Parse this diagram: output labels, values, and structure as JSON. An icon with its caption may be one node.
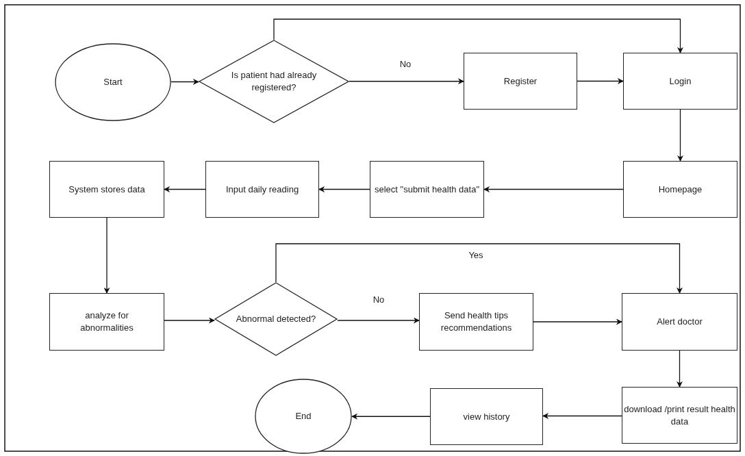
{
  "diagram": {
    "nodes": [
      {
        "text": [
          "Start"
        ]
      },
      {
        "text": [
          "Is patient had already registered?"
        ]
      },
      {
        "text": [
          "Register"
        ]
      },
      {
        "text": [
          "Login"
        ]
      },
      {
        "text": [
          "System stores data"
        ]
      },
      {
        "text": [
          "Input daily reading"
        ]
      },
      {
        "text": [
          "select \"submit health data\""
        ]
      },
      {
        "text": [
          "Homepage"
        ]
      },
      {
        "text": [
          "analyze for abnormalities"
        ]
      },
      {
        "text": [
          "Abnormal detected?"
        ]
      },
      {
        "text": [
          "Send health tips recommendations"
        ]
      },
      {
        "text": [
          "Alert doctor"
        ]
      },
      {
        "text": [
          "End"
        ]
      },
      {
        "text": [
          "view history"
        ]
      },
      {
        "text": [
          "download /print result health data"
        ]
      }
    ],
    "edges": [
      {
        "from": 0,
        "to": 1,
        "arrow": "to"
      },
      {
        "from": 1,
        "to": 2,
        "arrow": "to",
        "label": "No"
      },
      {
        "from": 1,
        "to": 3,
        "arrow": "to"
      },
      {
        "from": 2,
        "to": 3,
        "arrow": "to"
      },
      {
        "from": 3,
        "to": 7,
        "arrow": "to"
      },
      {
        "from": 7,
        "to": 6,
        "arrow": "to"
      },
      {
        "from": 6,
        "to": 5,
        "arrow": "to"
      },
      {
        "from": 5,
        "to": 4,
        "arrow": "to"
      },
      {
        "from": 4,
        "to": 8,
        "arrow": "to"
      },
      {
        "from": 8,
        "to": 9,
        "arrow": "to"
      },
      {
        "from": 9,
        "to": 10,
        "arrow": "to",
        "label": "No"
      },
      {
        "from": 9,
        "to": 11,
        "arrow": "to",
        "label": "Yes"
      },
      {
        "from": 10,
        "to": 11,
        "arrow": "to"
      },
      {
        "from": 11,
        "to": 14,
        "arrow": "to"
      },
      {
        "from": 14,
        "to": 13,
        "arrow": "to"
      },
      {
        "from": 13,
        "to": 12,
        "arrow": "to"
      }
    ]
  }
}
